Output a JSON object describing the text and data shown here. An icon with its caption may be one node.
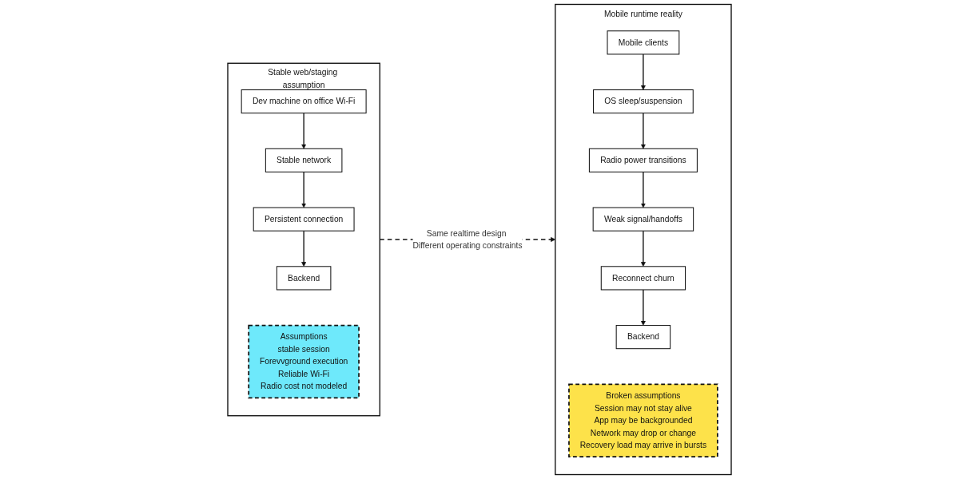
{
  "diagram": {
    "nodes": [
      {
        "text": [
          "Stable web/staging assumption"
        ]
      },
      {
        "text": [
          "Dev machine on office Wi-Fi"
        ],
        "in": 0
      },
      {
        "text": [
          "Stable network"
        ],
        "in": 0
      },
      {
        "text": [
          "Persistent connection"
        ],
        "in": 0
      },
      {
        "text": [
          "Backend"
        ],
        "in": 0
      },
      {
        "text": [
          "Assumptions",
          "stable session",
          "Forevvground execution",
          "Reliable Wi-Fi",
          "Radio cost not modeled"
        ],
        "in": 0
      },
      {
        "text": [
          "Mobile runtime reality"
        ]
      },
      {
        "text": [
          "Mobile clients"
        ],
        "in": 6
      },
      {
        "text": [
          "OS sleep/suspension"
        ],
        "in": 6
      },
      {
        "text": [
          "Radio power transitions"
        ],
        "in": 6
      },
      {
        "text": [
          "Weak signal/handoffs"
        ],
        "in": 6
      },
      {
        "text": [
          "Reconnect churn"
        ],
        "in": 6
      },
      {
        "text": [
          "Backend"
        ],
        "in": 6
      },
      {
        "text": [
          "Broken assumptions",
          "Session may not stay alive",
          "App may be backgrounded",
          "Network may drop or change",
          "Recovery load may arrive in bursts"
        ],
        "in": 6
      }
    ],
    "edges": [
      {
        "from": 1,
        "to": 2,
        "arrow": "to"
      },
      {
        "from": 2,
        "to": 3,
        "arrow": "to"
      },
      {
        "from": 3,
        "to": 4,
        "arrow": "to"
      },
      {
        "from": 0,
        "to": 6,
        "arrow": "to",
        "label": "Same realtime design Different operating constraints",
        "style": "dashed"
      },
      {
        "from": 7,
        "to": 8,
        "arrow": "to"
      },
      {
        "from": 8,
        "to": 9,
        "arrow": "to"
      },
      {
        "from": 9,
        "to": 10,
        "arrow": "to"
      },
      {
        "from": 10,
        "to": 11,
        "arrow": "to"
      },
      {
        "from": 11,
        "to": 12,
        "arrow": "to"
      }
    ]
  }
}
